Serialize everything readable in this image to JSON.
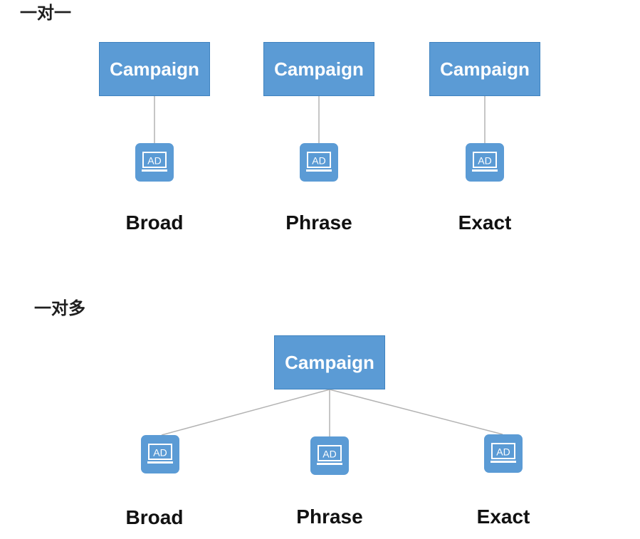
{
  "colors": {
    "box_fill": "#5b9bd5",
    "icon_fill": "#5b9bd5",
    "connector": "#b3b3b3",
    "text": "#111111"
  },
  "sections": [
    {
      "title": "一对一",
      "campaigns": [
        "Campaign",
        "Campaign",
        "Campaign"
      ],
      "ads": [
        {
          "icon": "ad-icon",
          "text": "AD",
          "label": "Broad"
        },
        {
          "icon": "ad-icon",
          "text": "AD",
          "label": "Phrase"
        },
        {
          "icon": "ad-icon",
          "text": "AD",
          "label": "Exact"
        }
      ]
    },
    {
      "title": "一对多",
      "campaigns": [
        "Campaign"
      ],
      "ads": [
        {
          "icon": "ad-icon",
          "text": "AD",
          "label": "Broad"
        },
        {
          "icon": "ad-icon",
          "text": "AD",
          "label": "Phrase"
        },
        {
          "icon": "ad-icon",
          "text": "AD",
          "label": "Exact"
        }
      ]
    }
  ]
}
